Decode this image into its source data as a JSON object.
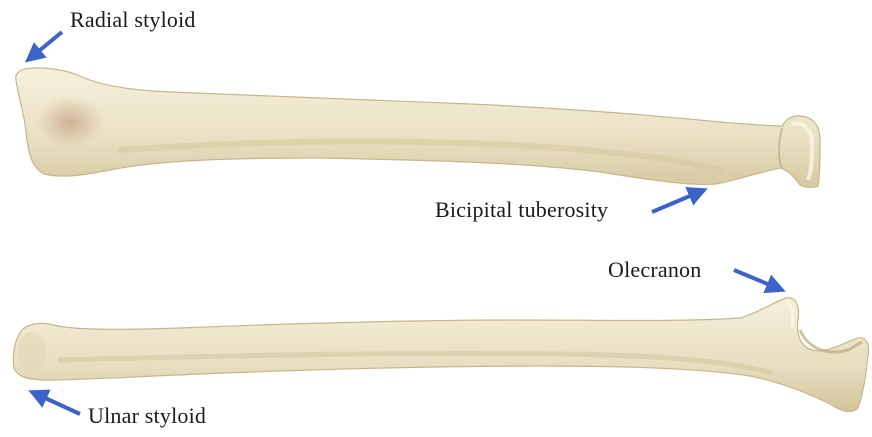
{
  "labels": {
    "radial_styloid": "Radial styloid",
    "bicipital_tuberosity": "Bicipital tuberosity",
    "olecranon": "Olecranon",
    "ulnar_styloid": "Ulnar styloid"
  },
  "colors": {
    "arrow": "#3b63c9",
    "bone_light": "#f1ead2",
    "bone_mid": "#e6dcbc",
    "bone_shadow": "#c9bb92",
    "label_text": "#1a1a1a"
  },
  "icons": {
    "arrow_radial_styloid": "arrow-up-left-icon",
    "arrow_bicipital_tuberosity": "arrow-up-right-icon",
    "arrow_olecranon": "arrow-down-right-icon",
    "arrow_ulnar_styloid": "arrow-up-left-icon"
  }
}
